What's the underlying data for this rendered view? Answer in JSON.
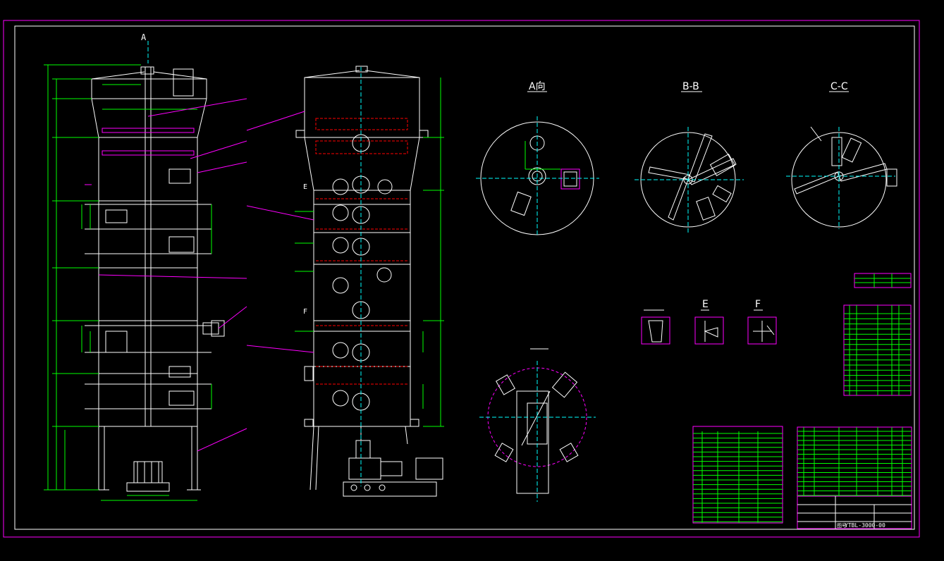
{
  "colors": {
    "background": "#000000",
    "outer_frame": "#ff00ff",
    "geometry": "#ffffff",
    "dimension": "#00ff00",
    "centerline": "#00ffff",
    "hidden": "#ff0000",
    "leader": "#ff00ff",
    "table_line": "#00ff00",
    "table_frame": "#ff00ff"
  },
  "views": {
    "view_a_marker": "A",
    "section_a_title": "A向",
    "section_b_title": "B-B",
    "section_c_title": "C-C",
    "section_e_label": "E",
    "section_f_label": "F",
    "left_marker_e": "E",
    "left_marker_f": "F",
    "detail_e_title": "E",
    "detail_f_title": "F"
  },
  "title_block": {
    "drawing_number": "YTBL-3000-00",
    "company_label": "图号"
  },
  "icons": {
    "motor_left": "motor-icon",
    "gear_motor": "gearbox-icon"
  }
}
